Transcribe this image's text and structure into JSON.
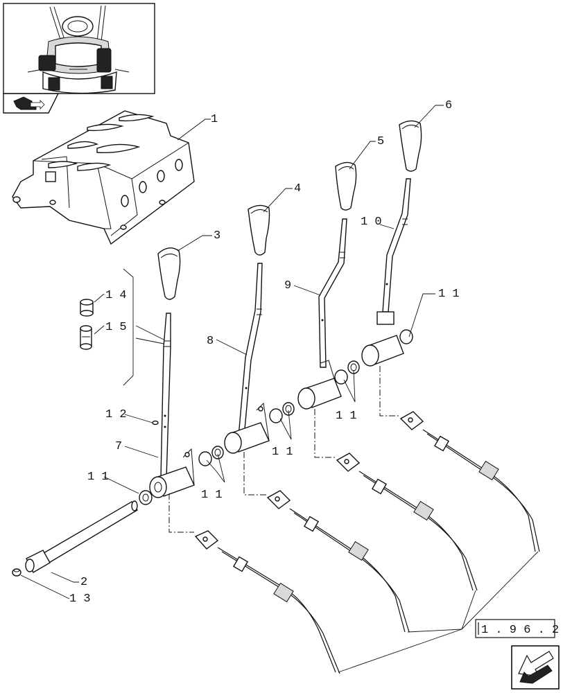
{
  "callouts": {
    "c1": "1",
    "c2": "2",
    "c3": "3",
    "c4": "4",
    "c5": "5",
    "c6": "6",
    "c7": "7",
    "c8": "8",
    "c9": "9",
    "c10": "1 0",
    "c11_top": "1 1",
    "c11_a": "1 1",
    "c11_b": "1 1",
    "c11_c": "1 1",
    "c11_left": "1 1",
    "c12": "1 2",
    "c13": "1 3",
    "c14": "1 4",
    "c15": "1 5"
  },
  "reference_box": {
    "label": "1 . 9 6 . 2"
  },
  "icons": {
    "thumbnail": "tractor-cab-thumbnail-icon",
    "corner_badge": "tractor-direction-icon",
    "nav_arrow": "next-page-arrow-icon"
  }
}
